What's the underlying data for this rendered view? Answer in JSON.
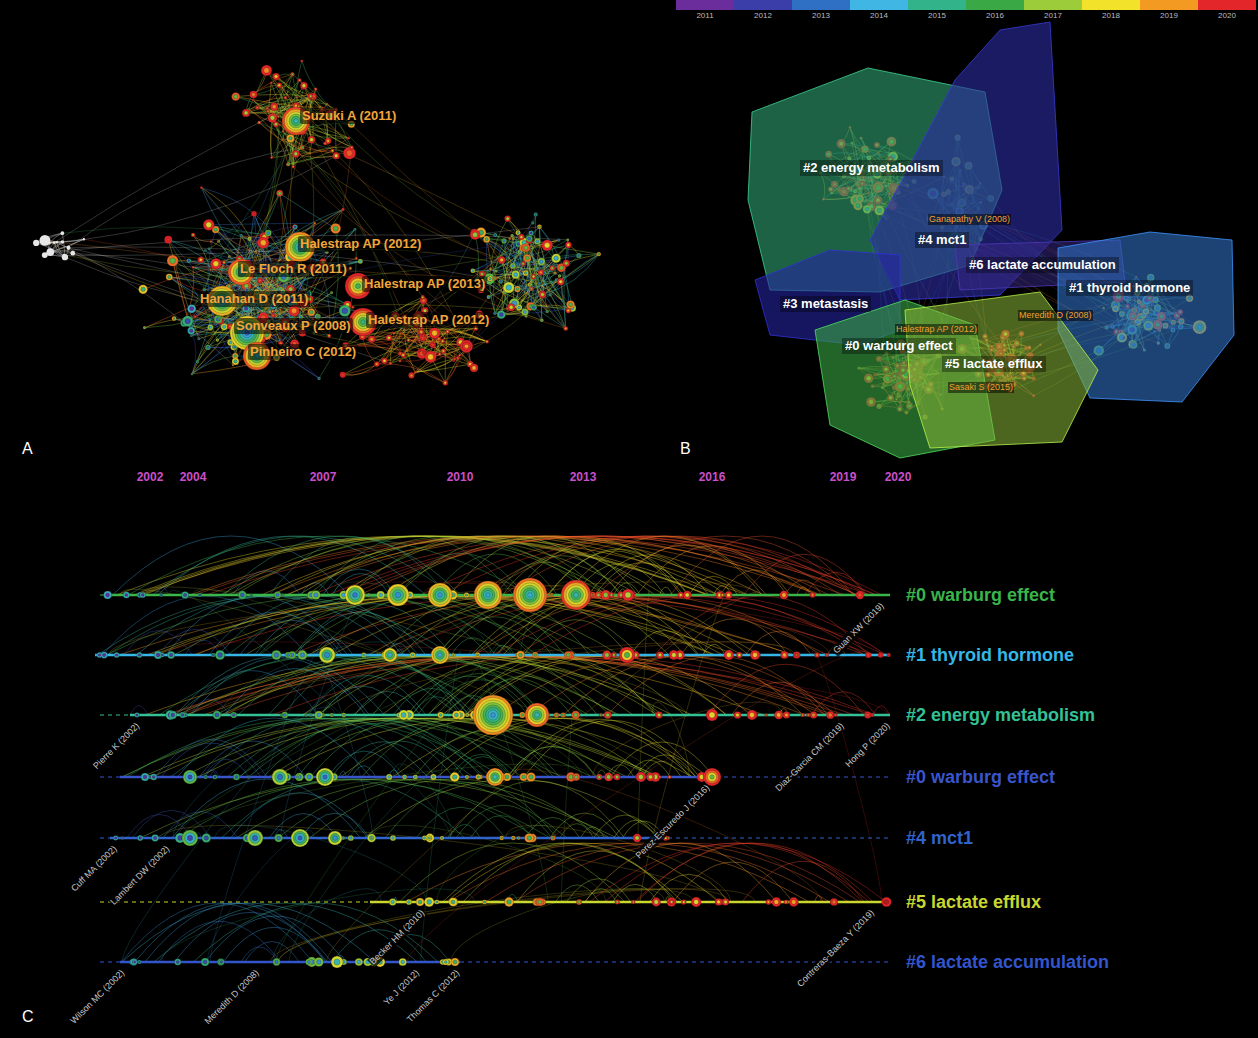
{
  "diagram": {
    "nodes": [
      {
        "text": [
          "Suzuki A (2011)"
        ]
      },
      {
        "text": [
          "Halestrap AP (2012)"
        ]
      },
      {
        "text": [
          "Le Floch R (2011)"
        ]
      },
      {
        "text": [
          "Halestrap AP (2013)"
        ]
      },
      {
        "text": [
          "Hanahan D (2011)"
        ]
      },
      {
        "text": [
          "Halestrap AP (2012)"
        ]
      },
      {
        "text": [
          "Sonveaux P (2008)"
        ]
      },
      {
        "text": [
          "Pinheiro C (2012)"
        ]
      },
      {
        "text": [
          "#2 energy metabolism"
        ]
      },
      {
        "text": [
          "#4 mct1"
        ]
      },
      {
        "text": [
          "#6 lactate accumulation"
        ]
      },
      {
        "text": [
          "#1 thyroid hormone"
        ]
      },
      {
        "text": [
          "#3 metastasis"
        ]
      },
      {
        "text": [
          "#0 warburg effect"
        ]
      },
      {
        "text": [
          "#5 lactate efflux"
        ]
      }
    ],
    "labels": [
      "A",
      "B",
      "C",
      "2002",
      "2004",
      "2007",
      "2010",
      "2013",
      "2016",
      "2019",
      "2020",
      "#0 warburg effect",
      "#1 thyroid hormone",
      "#2 energy metabolism",
      "#0 warburg effect",
      "#4 mct1",
      "#5 lactate efflux",
      "#6 lactate accumulation",
      "Ganapathy V (2008)",
      "Meredith D (2008)",
      "Halestrap AP (2012)",
      "Sasaki S (2015)",
      "Pierre K (2002)",
      "Cuff MA (2002)",
      "Lambert DW (2002)",
      "Wilson MC (2002)",
      "Meredith D (2008)",
      "Ye J (2012)",
      "Thomas C (2012)",
      "Becker HM (2010)",
      "Perez-Escuredo J (2016)",
      "Diaz-Garcia CM (2019)",
      "Hong P (2020)",
      "Guan XW (2019)",
      "Contreras-Baeza Y (2019)"
    ],
    "legend": [
      {
        "text": "2011",
        "color": "#6b2d9b"
      },
      {
        "text": "2012",
        "color": "#3b3da8"
      },
      {
        "text": "2013",
        "color": "#2f6fc4"
      },
      {
        "text": "2014",
        "color": "#3fb6e4"
      },
      {
        "text": "2015",
        "color": "#33b38a"
      },
      {
        "text": "2016",
        "color": "#3aa845"
      },
      {
        "text": "2017",
        "color": "#9ccc3a"
      },
      {
        "text": "2018",
        "color": "#f2e22a"
      },
      {
        "text": "2019",
        "color": "#f39a22"
      },
      {
        "text": "2020",
        "color": "#e3262a"
      }
    ]
  }
}
